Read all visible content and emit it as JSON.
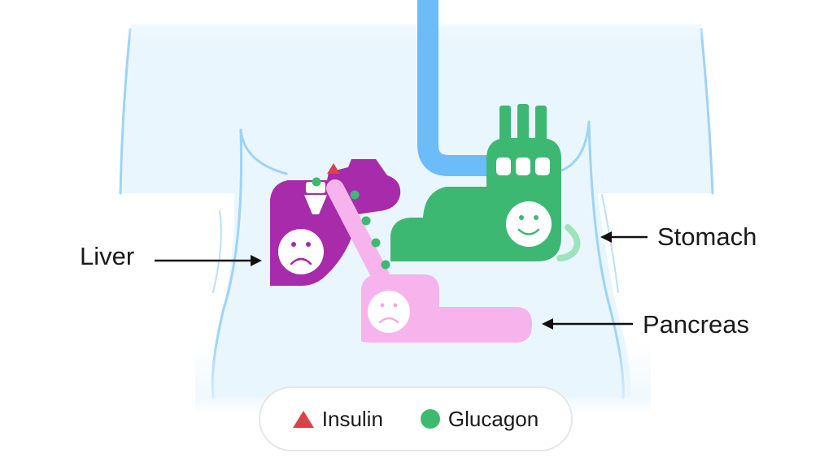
{
  "labels": {
    "liver": "Liver",
    "stomach": "Stomach",
    "pancreas": "Pancreas"
  },
  "legend": {
    "insulin": "Insulin",
    "glucagon": "Glucagon"
  },
  "colors": {
    "body": "#eaf6fe",
    "body_outline": "#9ed3f8",
    "esophagus": "#6cbcf7",
    "liver": "#a72bab",
    "stomach": "#3db873",
    "pancreas": "#f7b3ec",
    "insulin": "#d9434c",
    "glucagon": "#3dba70"
  },
  "icons": {
    "liver_face": "sad-face-icon",
    "stomach_face": "happy-face-icon",
    "pancreas_face": "sad-face-icon"
  }
}
